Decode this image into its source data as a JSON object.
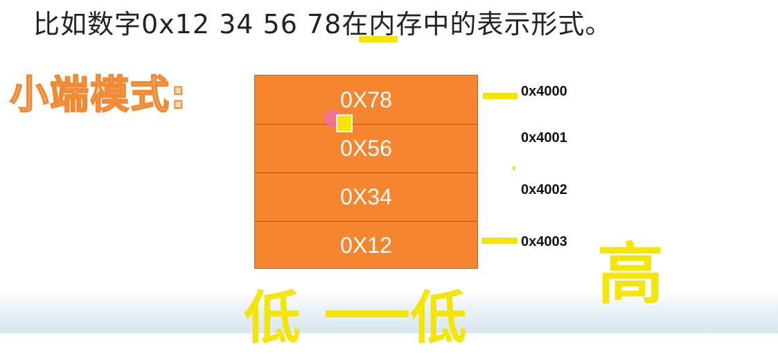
{
  "header": {
    "title": "比如数字0x12 34 56 78在内存中的表示形式。"
  },
  "diagram": {
    "mode_label": "小端模式:",
    "cells": [
      "0X78",
      "0X56",
      "0X34",
      "0X12"
    ],
    "addresses": [
      "0x4000",
      "0x4001",
      "0x4002",
      "0x4003"
    ],
    "annotations": {
      "low_left": "低",
      "low_right": "低",
      "high": "高"
    },
    "colors": {
      "cell_fill": "#f5852f",
      "highlight": "#f4e400",
      "label_outline": "#f08a34"
    }
  }
}
